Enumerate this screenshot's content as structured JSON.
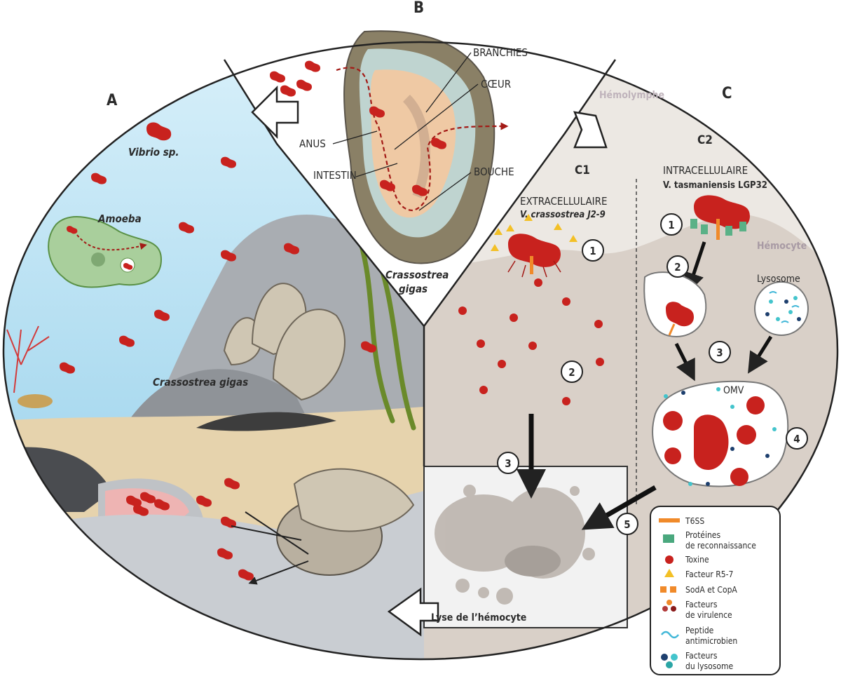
{
  "panels": {
    "a": {
      "letter": "A",
      "vibrio": "Vibrio sp.",
      "amoeba": "Amoeba",
      "oyster": "Crassostrea gigas"
    },
    "b": {
      "letter": "B",
      "branchies": "BRANCHIES",
      "coeur": "CŒUR",
      "anus": "ANUS",
      "intestin": "INTESTIN",
      "bouche": "BOUCHE",
      "species_line1": "Crassostrea",
      "species_line2": "gigas"
    },
    "c": {
      "letter": "C",
      "hemolymphe": "Hémolymphe",
      "hemocyte": "Hémocyte",
      "c1": {
        "title": "C1",
        "mode": "EXTRACELLULAIRE",
        "strain": "V. crassostrea J2-9"
      },
      "c2": {
        "title": "C2",
        "mode": "INTRACELLULAIRE",
        "strain": "V. tasmaniensis LGP32"
      },
      "lysosome": "Lysosome",
      "omv": "OMV",
      "lysis": "Lyse de l’hémocyte"
    }
  },
  "steps": [
    "1",
    "2",
    "3",
    "4",
    "5"
  ],
  "legend": {
    "items": [
      {
        "label": "T6SS",
        "icon": "t6ss-icon"
      },
      {
        "label": "Protéines",
        "label2": "de reconnaissance",
        "icon": "recognition-protein-icon"
      },
      {
        "label": "Toxine",
        "icon": "toxin-icon"
      },
      {
        "label": "Facteur R5-7",
        "icon": "factor-triangle-icon"
      },
      {
        "label": "SodA et CopA",
        "icon": "soda-copa-icon"
      },
      {
        "label": "Facteurs",
        "label2": "de virulence",
        "icon": "virulence-factor-icon"
      },
      {
        "label": "Peptide",
        "label2": "antimicrobien",
        "icon": "peptide-icon"
      },
      {
        "label": "Facteurs",
        "label2": "du lysosome",
        "icon": "lysosome-factor-icon"
      }
    ]
  },
  "colors": {
    "bacteria": "#c8221e",
    "water": "#aedcf0",
    "hemolymph": "#ece8e3",
    "cytoplasm": "#d9d0c8"
  }
}
